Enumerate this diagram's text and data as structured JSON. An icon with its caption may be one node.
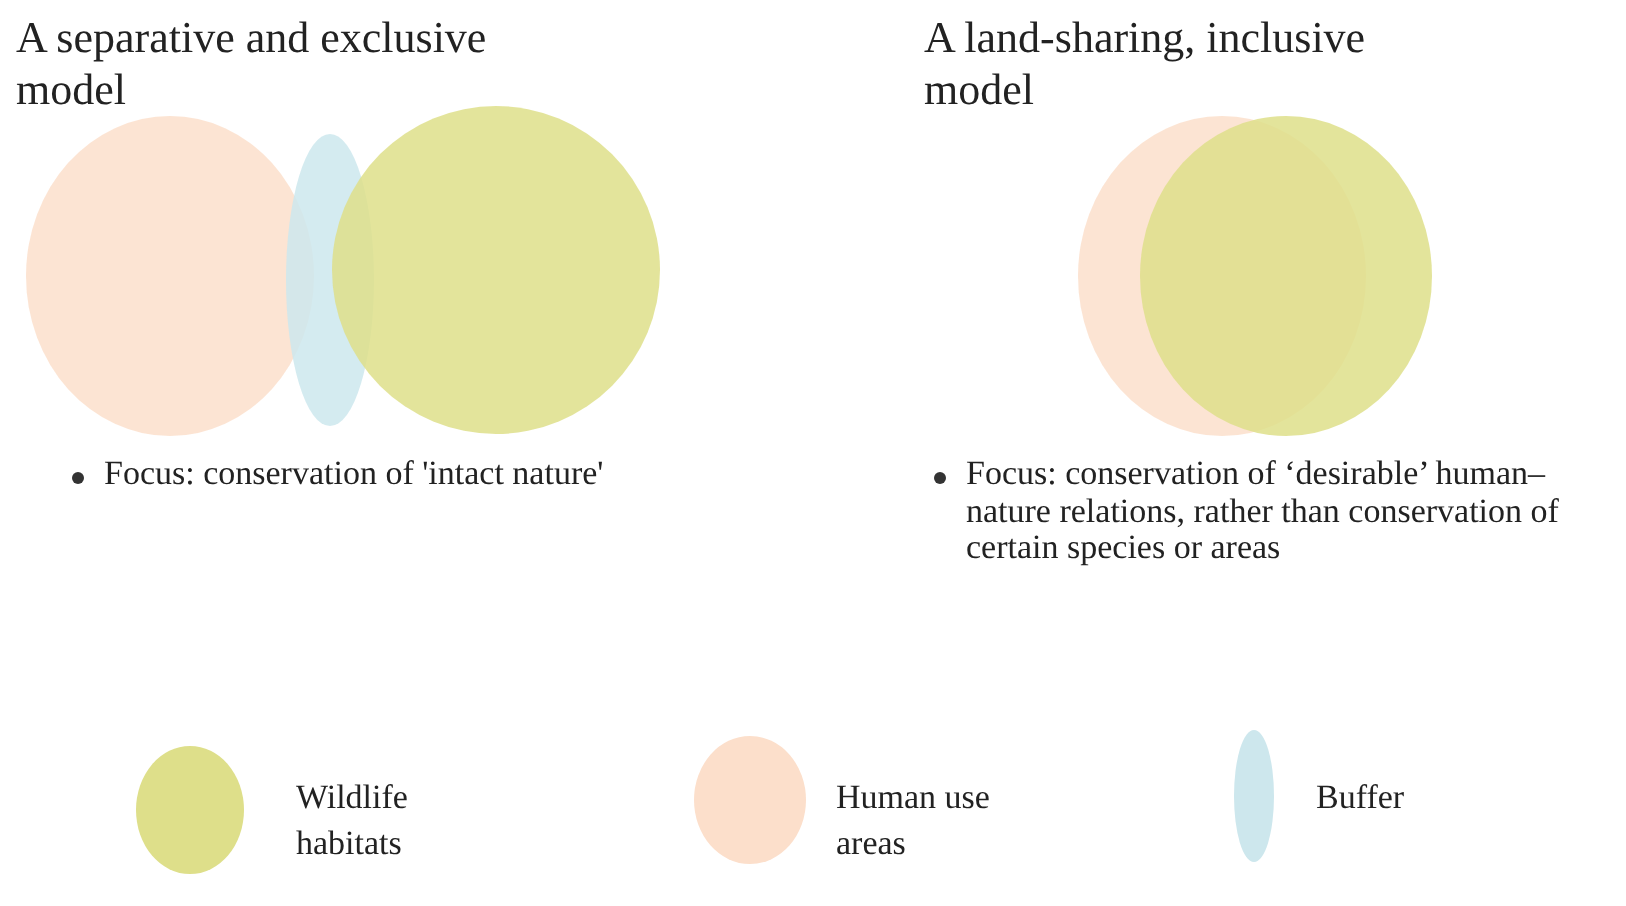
{
  "diagram": {
    "labels": [
      "A separative and exclusive model",
      "A land-sharing, inclusive model",
      "Focus: conservation of 'intact nature'",
      "Focus: conservation of ‘desirable’ human–nature relations, rather than conservation of certain species or areas"
    ],
    "legend": [
      {
        "text": "Wildlife habitats",
        "color": "#dedf8a"
      },
      {
        "text": "Human use areas",
        "color": "#fcdfcb"
      },
      {
        "text": "Buffer",
        "color": "#cde7ed"
      }
    ]
  }
}
